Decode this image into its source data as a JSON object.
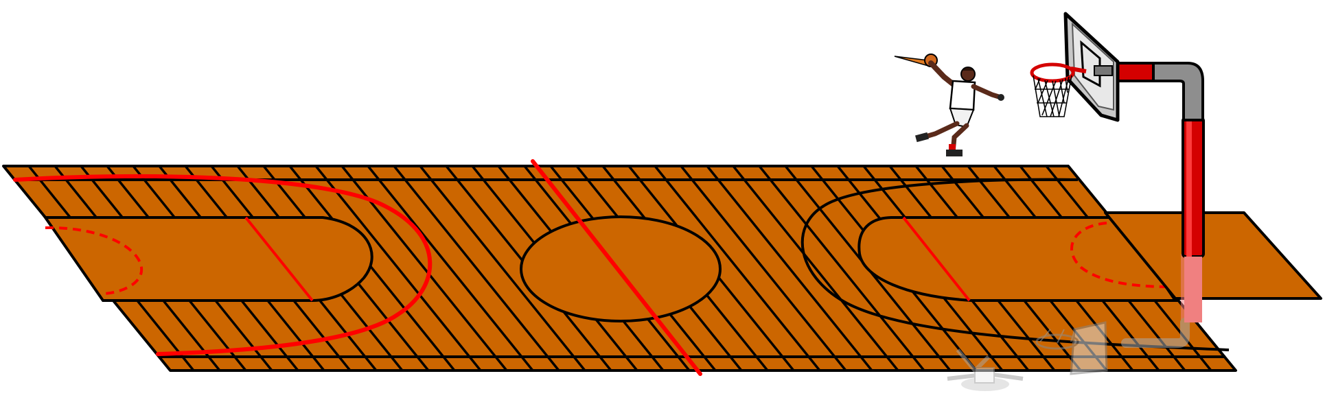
{
  "scene": {
    "court_color": "#cc6600",
    "line_color": "#000000",
    "accent_color": "#ff0000",
    "background_color": "#ffffff",
    "pole_color": "#d40000",
    "pole_reflection_color": "#f08080",
    "backboard_color": "#c8c8c8",
    "player_jersey_color": "#ffffff",
    "player_skin_color": "#5a2a1a",
    "ball_color": "#d2691e"
  },
  "icons": [
    "basketball-court",
    "basketball-hoop",
    "basketball-player",
    "basketball"
  ]
}
